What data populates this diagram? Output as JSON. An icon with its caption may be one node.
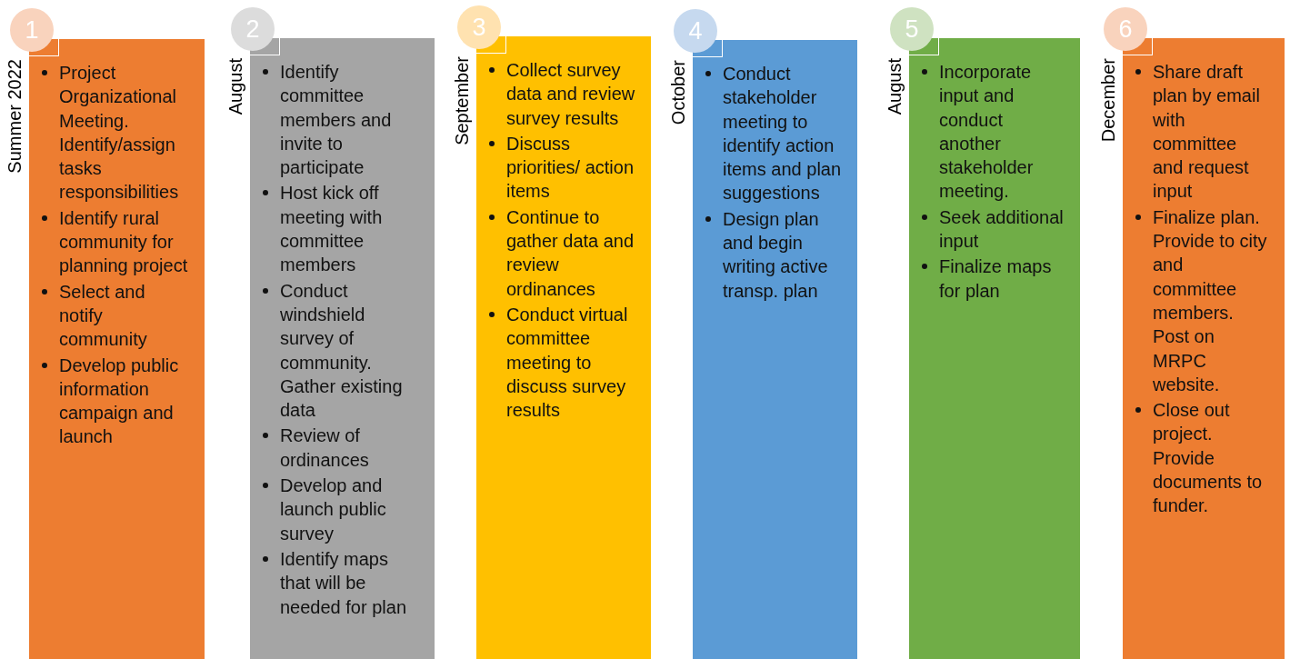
{
  "diagram": {
    "nodes": [
      {
        "text": [
          "1"
        ]
      },
      {
        "text": [
          "Summer 2022",
          "Project Organizational Meeting. Identify/assign tasks responsibilities",
          "Identify rural community for planning project",
          "Select and notify community",
          "Develop public information campaign and launch"
        ]
      },
      {
        "text": [
          "2"
        ]
      },
      {
        "text": [
          "August",
          "Identify committee members and invite to participate",
          "Host kick off meeting with committee members",
          "Conduct windshield survey of community. Gather existing data",
          "Review of ordinances",
          "Develop and launch public survey",
          "Identify maps that will be needed for plan"
        ]
      },
      {
        "text": [
          "3"
        ]
      },
      {
        "text": [
          "September",
          "Collect survey data and review survey results",
          "Discuss priorities/ action items",
          "Continue to gather data and review ordinances",
          "Conduct virtual committee meeting to discuss survey results"
        ]
      },
      {
        "text": [
          "4"
        ]
      },
      {
        "text": [
          "October",
          "Conduct stakeholder meeting to identify action items and plan suggestions",
          "Design plan and begin writing active transp. plan"
        ]
      },
      {
        "text": [
          "5"
        ]
      },
      {
        "text": [
          "August",
          "Incorporate input and conduct another stakeholder meeting.",
          "Seek additional input",
          "Finalize maps for plan"
        ]
      },
      {
        "text": [
          "6"
        ]
      },
      {
        "text": [
          "December",
          "Share draft plan by email with committee and request input",
          "Finalize plan. Provide to city and committee members. Post on MRPC website.",
          "Close out project. Provide documents to funder."
        ]
      }
    ]
  }
}
